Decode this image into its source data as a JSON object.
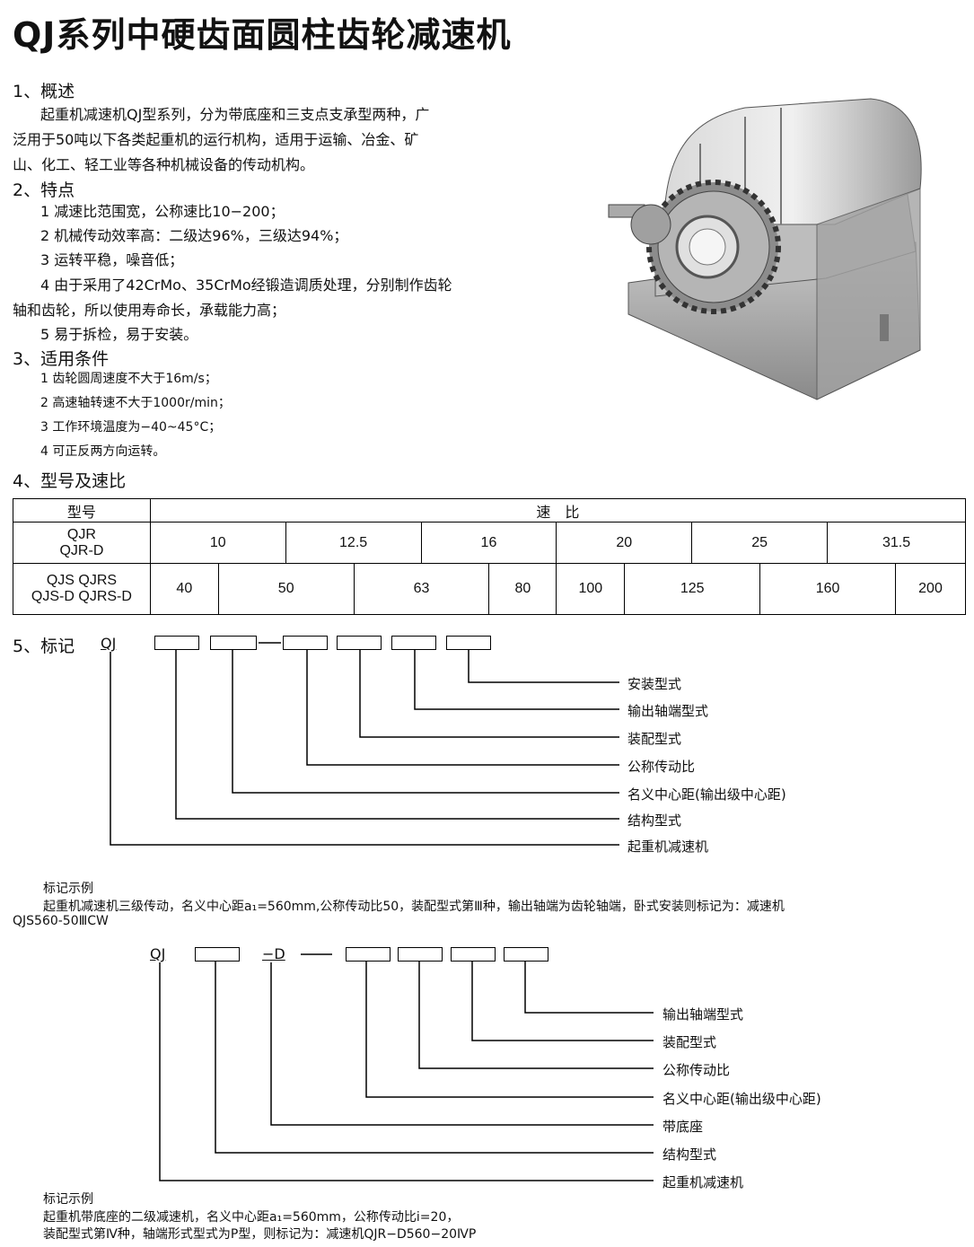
{
  "title": "QJ系列中硬齿面圆柱齿轮减速机",
  "s1": {
    "heading": "1、概述",
    "lines": [
      "起重机减速机QJ型系列，分为带底座和三支点支承型两种，广",
      "泛用于50吨以下各类起重机的运行机构，适用于运输、冶金、矿",
      "山、化工、轻工业等各种机械设备的传动机构。"
    ]
  },
  "s2": {
    "heading": "2、特点",
    "lines": [
      "1  减速比范围宽，公称速比10−200；",
      "2  机械传动效率高：二级达96%，三级达94%；",
      "3  运转平稳，噪音低；",
      "4  由于采用了42CrMo、35CrMo经锻造调质处理，分别制作齿轮",
      "轴和齿轮，所以使用寿命长，承载能力高；",
      "5  易于拆检，易于安装。"
    ]
  },
  "s3": {
    "heading": "3、适用条件",
    "lines": [
      "1  齿轮圆周速度不大于16m/s；",
      "2  高速轴转速不大于1000r/min；",
      "3  工作环境温度为−40~45°C；",
      "4  可正反两方向运转。"
    ]
  },
  "s4": {
    "heading": "4、型号及速比",
    "table": {
      "col_model": "型号",
      "col_ratio": "速　比",
      "row1_model": [
        "QJR",
        "QJR-D"
      ],
      "row1_values": [
        "10",
        "12.5",
        "16",
        "20",
        "25",
        "31.5"
      ],
      "row2_model": [
        "QJS  QJRS",
        "QJS-D  QJRS-D"
      ],
      "row2_values": [
        "40",
        "50",
        "63",
        "80",
        "100",
        "125",
        "160",
        "200"
      ]
    }
  },
  "s5": {
    "heading": "5、标记",
    "prefix": "QJ",
    "labels": [
      "安装型式",
      "输出轴端型式",
      "装配型式",
      "公称传动比",
      "名义中心距(输出级中心距)",
      "结构型式",
      "起重机减速机"
    ]
  },
  "example1": {
    "heading": "标记示例",
    "line1": "起重机减速机三级传动，名义中心距a₁=560mm,公称传动比50，装配型式第Ⅲ种，输出轴端为齿轮轴端，卧式安装则标记为：减速机",
    "line2": "QJS560-50ⅢCW"
  },
  "diagram2": {
    "prefix": "QJ",
    "mid": "−D",
    "labels": [
      "输出轴端型式",
      "装配型式",
      "公称传动比",
      "名义中心距(输出级中心距)",
      "带底座",
      "结构型式",
      "起重机减速机"
    ]
  },
  "example2": {
    "heading": "标记示例",
    "line1": "起重机带底座的二级减速机，名义中心距a₁=560mm，公称传动比i=20，",
    "line2": "装配型式第Ⅳ种，轴端形式型式为P型，则标记为：减速机QJR−D560−20ⅣP"
  }
}
